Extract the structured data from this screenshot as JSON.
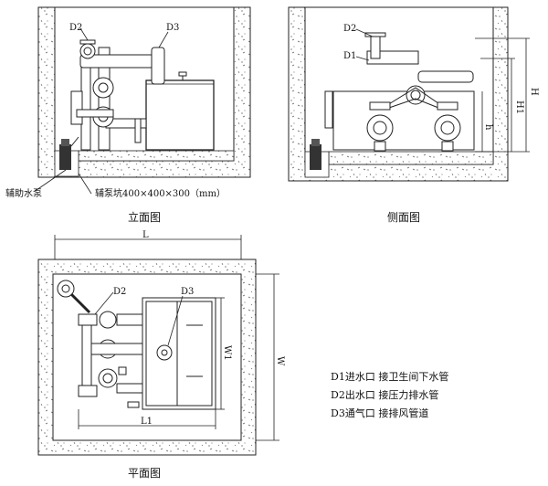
{
  "front_view": {
    "caption": "立面图",
    "label_d2": "D2",
    "label_d3": "D3",
    "callout_aux_pump": "辅助水泵",
    "callout_aux_pit": "辅泵坑400×400×300（mm）"
  },
  "side_view": {
    "caption": "侧面图",
    "label_d2": "D2",
    "label_d1": "D1",
    "dim_h": "H",
    "dim_h1": "H1",
    "dim_h_small": "h"
  },
  "plan_view": {
    "caption": "平面图",
    "label_d2": "D2",
    "label_d3": "D3",
    "dim_l": "L",
    "dim_l1": "L1",
    "dim_w": "W",
    "dim_w1": "W1"
  },
  "legend": [
    "D1进水口  接卫生间下水管",
    "D2出水口  接压力排水管",
    "D3通气口  接排风管道"
  ]
}
